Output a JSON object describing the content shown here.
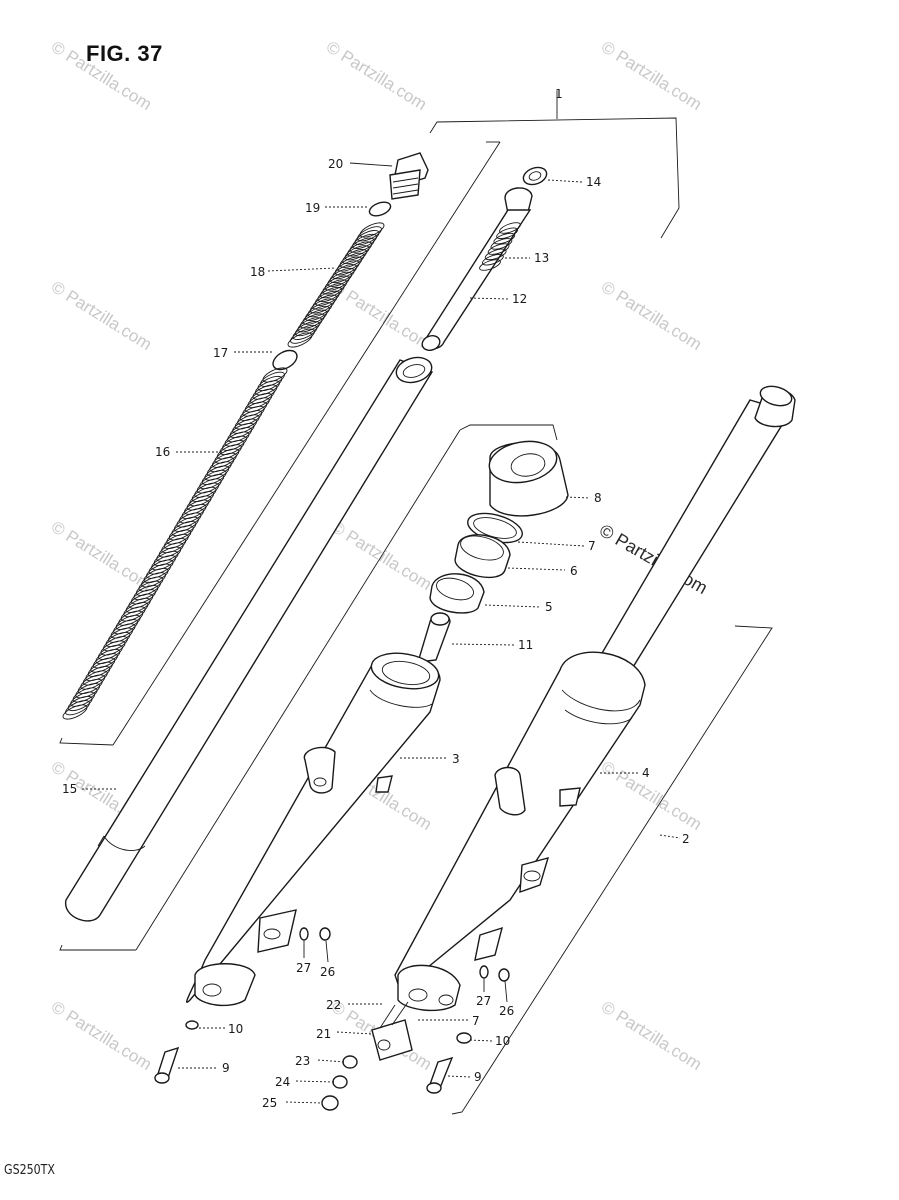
{
  "figure": {
    "title": "FIG. 37",
    "model_code": "GS250TX"
  },
  "watermark": {
    "small": "© Partzilla.com",
    "large": "© Partzilla.com"
  },
  "callouts": {
    "c1": "1",
    "c2": "2",
    "c3": "3",
    "c4": "4",
    "c5": "5",
    "c6": "6",
    "c7a": "7",
    "c7b": "7",
    "c8": "8",
    "c9a": "9",
    "c9b": "9",
    "c10a": "10",
    "c10b": "10",
    "c11": "11",
    "c12": "12",
    "c13": "13",
    "c14": "14",
    "c15": "15",
    "c16": "16",
    "c17": "17",
    "c18": "18",
    "c19": "19",
    "c20": "20",
    "c21": "21",
    "c22": "22",
    "c23": "23",
    "c24": "24",
    "c25": "25",
    "c26a": "26",
    "c26b": "26",
    "c27a": "27",
    "c27b": "27"
  }
}
